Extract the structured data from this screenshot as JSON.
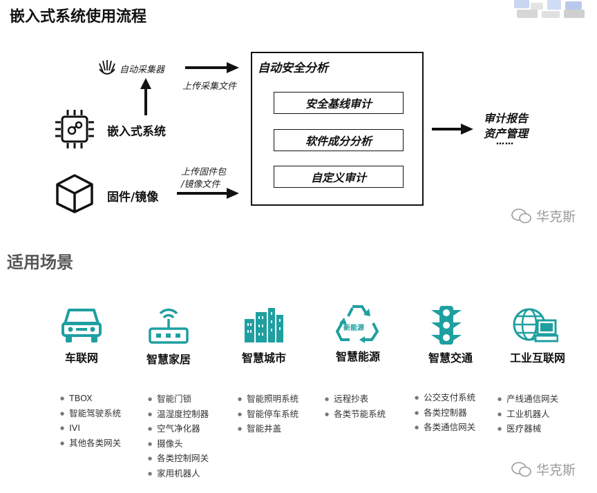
{
  "flow": {
    "title": "嵌入式系统使用流程",
    "collector": "自动采集器",
    "embedded": "嵌入式系统",
    "firmware": "固件/镜像",
    "upload_collect": "上传采集文件",
    "upload_firmware_1": "上传固件包",
    "upload_firmware_2": "/镜像文件",
    "analysis_title": "自动安全分析",
    "analysis_items": [
      "安全基线审计",
      "软件成分分析",
      "自定义审计"
    ],
    "output_1": "审计报告",
    "output_2": "资产管理",
    "output_3": "……"
  },
  "scenarios": {
    "title": "适用场景",
    "accent": "#1e9fa0",
    "columns": [
      {
        "name": "车联网",
        "icon": "car-icon",
        "items": [
          "TBOX",
          "智能驾驶系统",
          "IVI",
          "其他各类网关"
        ]
      },
      {
        "name": "智慧家居",
        "icon": "router-icon",
        "items": [
          "智能门锁",
          "温湿度控制器",
          "空气净化器",
          "摄像头",
          "各类控制网关",
          "家用机器人"
        ]
      },
      {
        "name": "智慧城市",
        "icon": "buildings-icon",
        "items": [
          "智能照明系统",
          "智能停车系统",
          "智能井盖"
        ]
      },
      {
        "name": "智慧能源",
        "icon": "recycle-icon",
        "badge": "新能源",
        "items": [
          "远程抄表",
          "各类节能系统"
        ]
      },
      {
        "name": "智慧交通",
        "icon": "traffic-light-icon",
        "items": [
          "公交支付系统",
          "各类控制器",
          "各类通信网关"
        ]
      },
      {
        "name": "工业互联网",
        "icon": "globe-computer-icon",
        "items": [
          "产线通信网关",
          "工业机器人",
          "医疗器械"
        ]
      }
    ]
  },
  "watermark": "华克斯"
}
